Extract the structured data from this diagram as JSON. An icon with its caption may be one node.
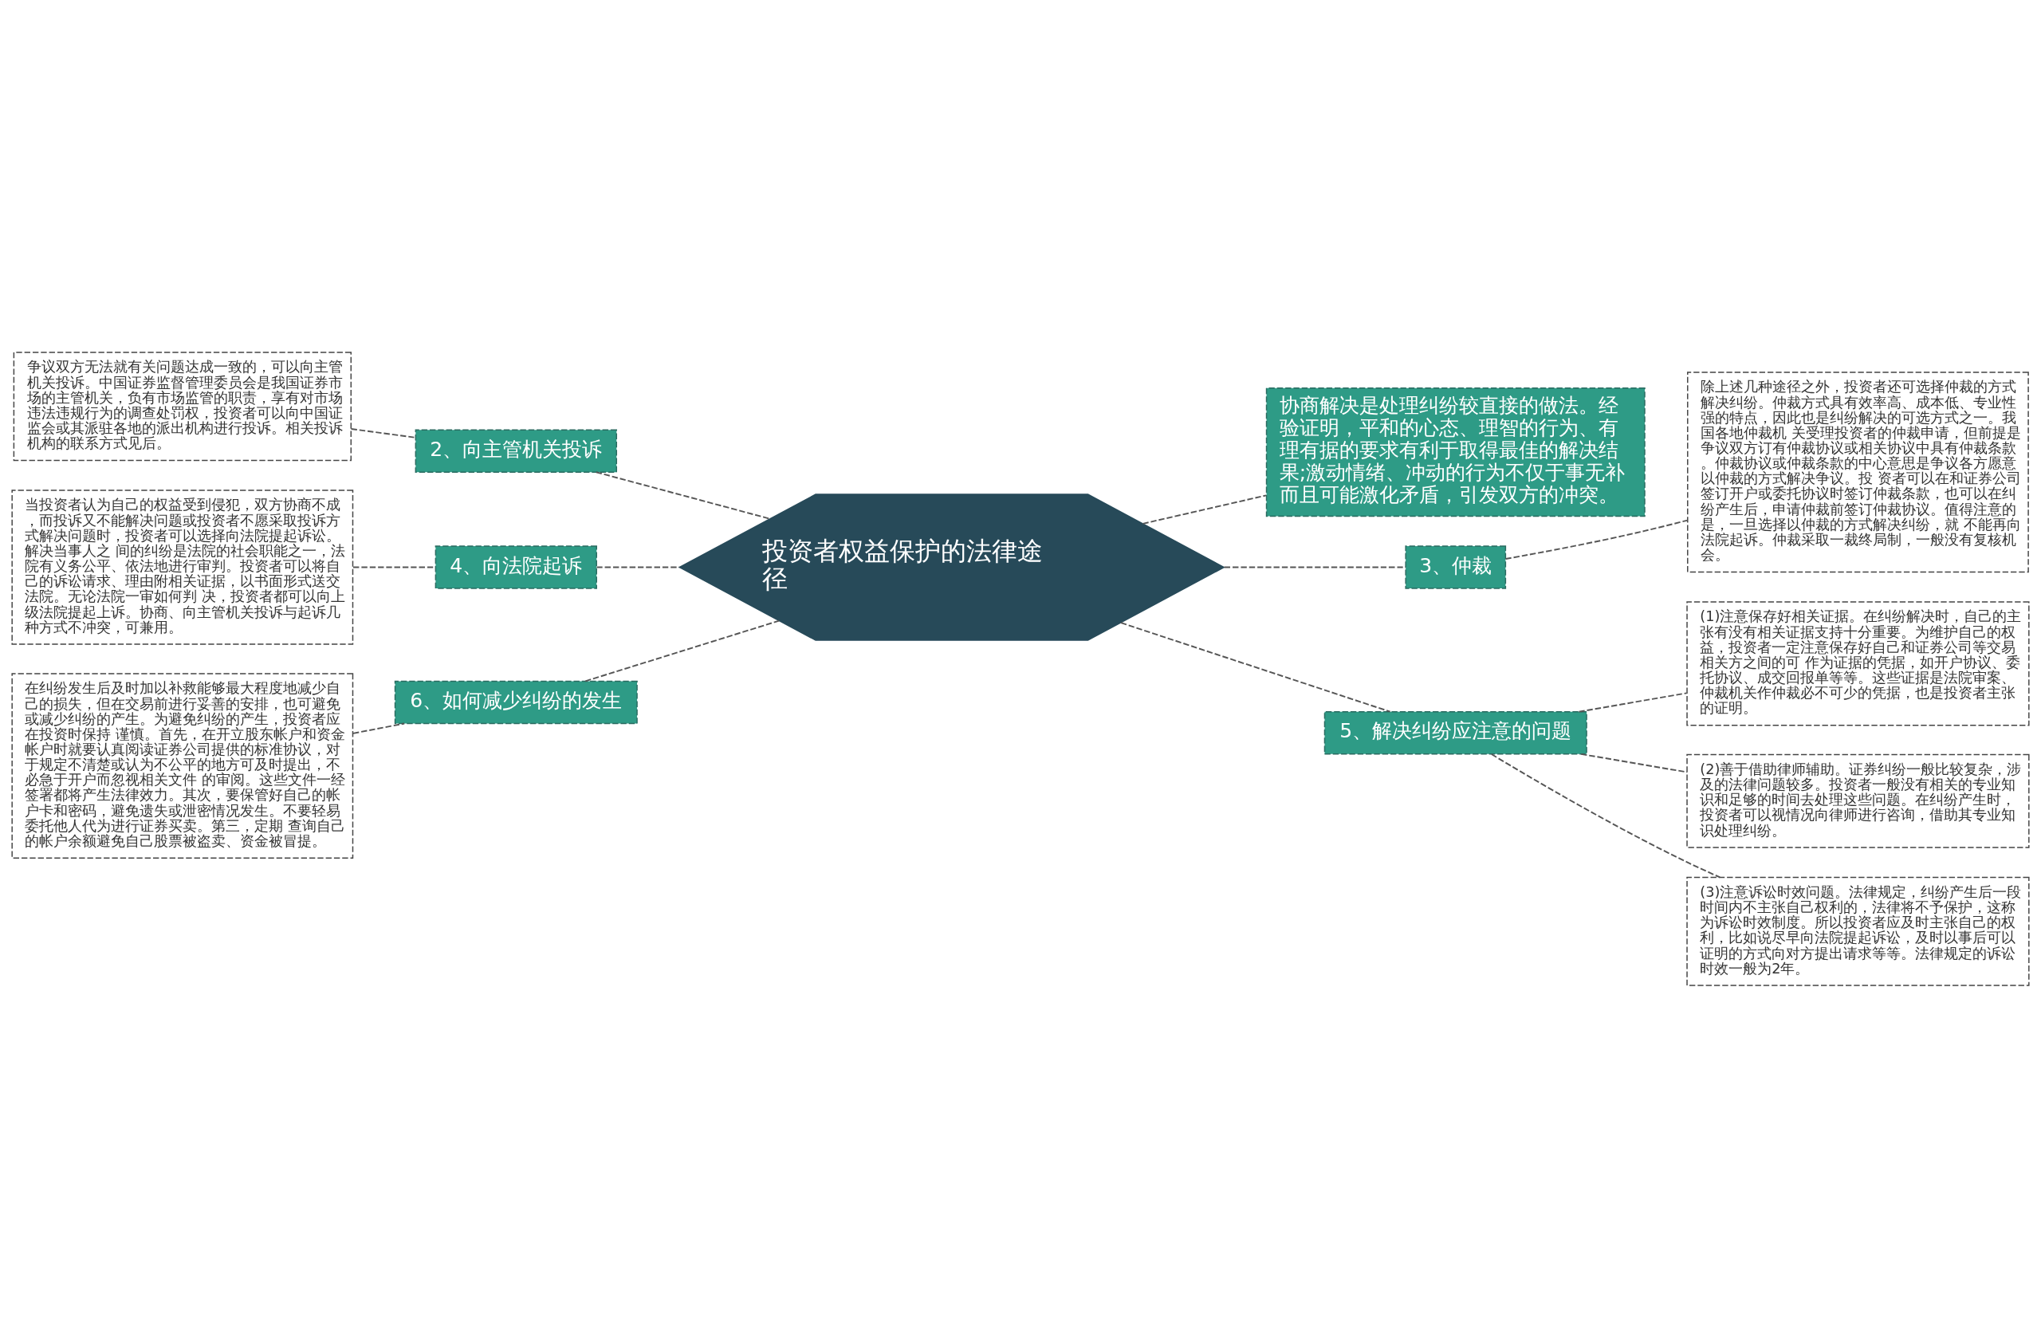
{
  "diagram": {
    "nodes": [
      {
        "text": [
          "投资者权益保护的法律途径"
        ]
      },
      {
        "text": [
          "2、向主管机关投诉"
        ]
      },
      {
        "text": [
          "争议双方无法就有关问题达成一致的，可以向主管机关投诉。中国证券监督管理委员会是我国证券市场的主管机关，负有市场监管的职责，享有对市场违法违规行为的调查处罚权，投资者可以向中国证监会或其派驻各地的派出机构进行投诉。相关投诉机构的联系方式见后。"
        ]
      },
      {
        "text": [
          "4、向法院起诉"
        ]
      },
      {
        "text": [
          "当投资者认为自己的权益受到侵犯，双方协商不成，而投诉又不能解决问题或投资者不愿采取投诉方式解决问题时，投资者可以选择向法院提起诉讼。解决当事人之 间的纠纷是法院的社会职能之一，法院有义务公平、依法地进行审判。投资者可以将自己的诉讼请求、理由附相关证据，以书面形式送交法院。无论法院一审如何判 决，投资者都可以向上级法院提起上诉。协商、向主管机关投诉与起诉几种方式不冲突，可兼用。"
        ]
      },
      {
        "text": [
          "6、如何减少纠纷的发生"
        ]
      },
      {
        "text": [
          "在纠纷发生后及时加以补救能够最大程度地减少自己的损失，但在交易前进行妥善的安排，也可避免或减少纠纷的产生。为避免纠纷的产生，投资者应在投资时保持 谨慎。首先，在开立股东帐户和资金帐户时就要认真阅读证券公司提供的标准协议，对于规定不清楚或认为不公平的地方可及时提出，不必急于开户而忽视相关文件 的审阅。这些文件一经签署都将产生法律效力。其次，要保管好自己的帐户卡和密码，避免遗失或泄密情况发生。不要轻易委托他人代为进行证券买卖。第三，定期 查询自己的帐户余额避免自己股票被盗卖、资金被冒提。"
        ]
      },
      {
        "text": [
          "协商解决是处理纠纷较直接的做法。经验证明，平和的心态、理智的行为、有理有据的要求有利于取得最佳的解决结果;激动情绪、冲动的行为不仅于事无补而且可能激化矛盾，引发双方的冲突。"
        ]
      },
      {
        "text": [
          "3、仲裁"
        ]
      },
      {
        "text": [
          "除上述几种途径之外，投资者还可选择仲裁的方式解决纠纷。仲裁方式具有效率高、成本低、专业性强的特点，因此也是纠纷解决的可选方式之一。我国各地仲裁机 关受理投资者的仲裁申请，但前提是争议双方订有仲裁协议或相关协议中具有仲裁条款。仲裁协议或仲裁条款的中心意思是争议各方愿意以仲裁的方式解决争议。投 资者可以在和证券公司签订开户或委托协议时签订仲裁条款，也可以在纠纷产生后，申请仲裁前签订仲裁协议。值得注意的是，一旦选择以仲裁的方式解决纠纷，就 不能再向法院起诉。仲裁采取一裁终局制，一般没有复核机会。"
        ]
      },
      {
        "text": [
          "5、解决纠纷应注意的问题"
        ]
      },
      {
        "text": [
          "(1)注意保存好相关证据。在纠纷解决时，自己的主张有没有相关证据支持十分重要。为维护自己的权益，投资者一定注意保存好自己和证券公司等交易相关方之间的可 作为证据的凭据，如开户协议、委托协议、成交回报单等等。这些证据是法院审案、仲裁机关作仲裁必不可少的凭据，也是投资者主张的证明。"
        ]
      },
      {
        "text": [
          "(2)善于借助律师辅助。证券纠纷一般比较复杂，涉及的法律问题较多。投资者一般没有相关的专业知识和足够的时间去处理这些问题。在纠纷产生时，投资者可以视情况向律师进行咨询，借助其专业知识处理纠纷。"
        ]
      },
      {
        "text": [
          "(3)注意诉讼时效问题。法律规定，纠纷产生后一段时间内不主张自己权利的，法律将不予保护，这称为诉讼时效制度。所以投资者应及时主张自己的权利，比如说尽早向法院提起诉讼，及时以事后可以证明的方式向对方提出请求等等。法律规定的诉讼时效一般为2年。"
        ]
      }
    ],
    "edges": [
      {
        "from": 0,
        "to": 1,
        "arrow": "none",
        "style": "dashed"
      },
      {
        "from": 1,
        "to": 2,
        "arrow": "none",
        "style": "dashed"
      },
      {
        "from": 0,
        "to": 3,
        "arrow": "none",
        "style": "dashed"
      },
      {
        "from": 3,
        "to": 4,
        "arrow": "none",
        "style": "dashed"
      },
      {
        "from": 0,
        "to": 5,
        "arrow": "none",
        "style": "dashed"
      },
      {
        "from": 5,
        "to": 6,
        "arrow": "none",
        "style": "dashed"
      },
      {
        "from": 0,
        "to": 7,
        "arrow": "none",
        "style": "dashed"
      },
      {
        "from": 0,
        "to": 8,
        "arrow": "none",
        "style": "dashed"
      },
      {
        "from": 8,
        "to": 9,
        "arrow": "none",
        "style": "dashed"
      },
      {
        "from": 0,
        "to": 10,
        "arrow": "none",
        "style": "dashed"
      },
      {
        "from": 10,
        "to": 11,
        "arrow": "none",
        "style": "dashed"
      },
      {
        "from": 10,
        "to": 12,
        "arrow": "none",
        "style": "dashed"
      },
      {
        "from": 10,
        "to": 13,
        "arrow": "none",
        "style": "dashed"
      }
    ]
  }
}
